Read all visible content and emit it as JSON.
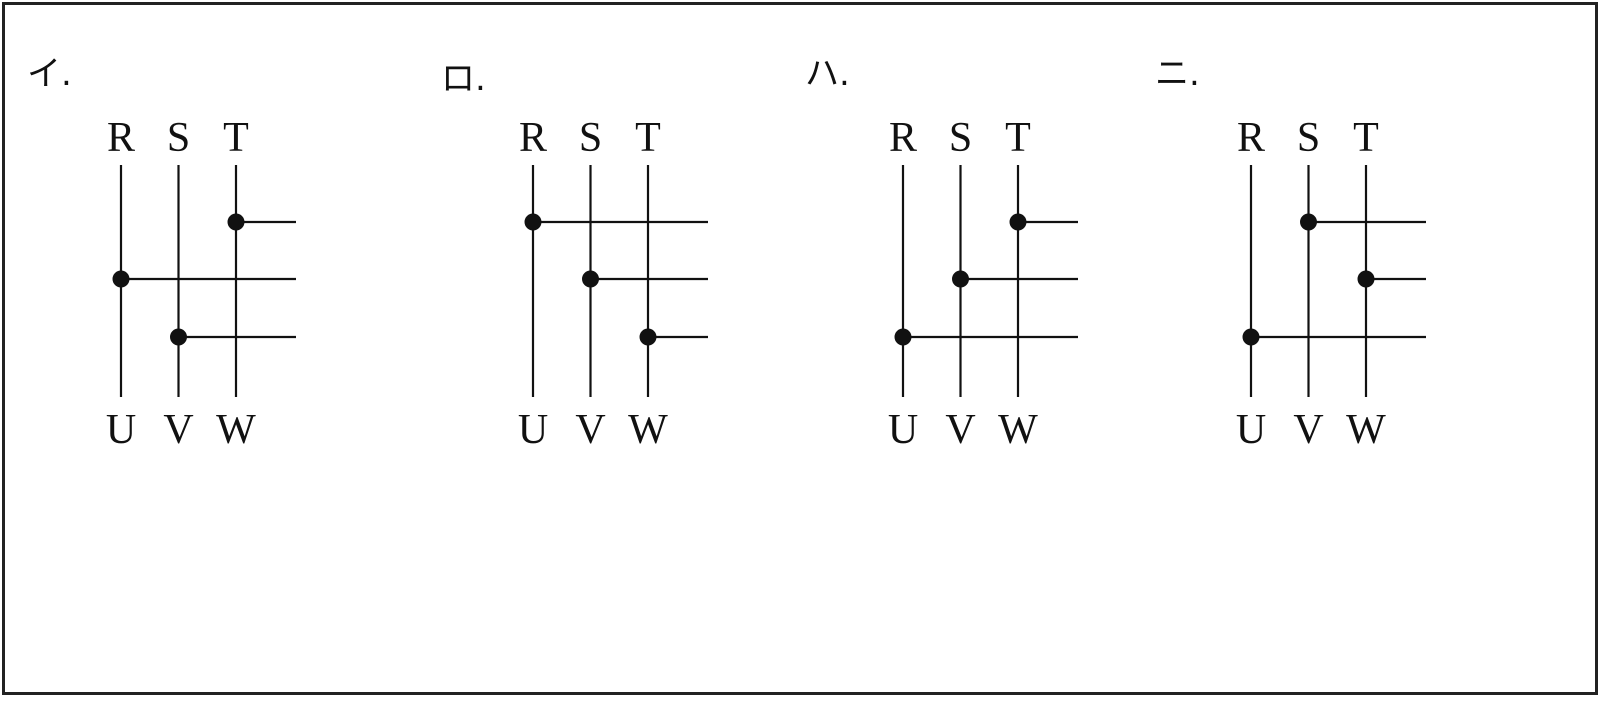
{
  "terminals": {
    "top": [
      "R",
      "S",
      "T"
    ],
    "bottom": [
      "U",
      "V",
      "W"
    ]
  },
  "options": [
    {
      "label": "イ.",
      "taps": [
        2,
        0,
        1
      ]
    },
    {
      "label": "ロ.",
      "taps": [
        0,
        1,
        2
      ]
    },
    {
      "label": "ハ.",
      "taps": [
        2,
        1,
        0
      ]
    },
    {
      "label": "ニ.",
      "taps": [
        1,
        2,
        0
      ]
    }
  ],
  "colors": {
    "ink": "#111111",
    "border": "#222222",
    "background": "#ffffff"
  }
}
